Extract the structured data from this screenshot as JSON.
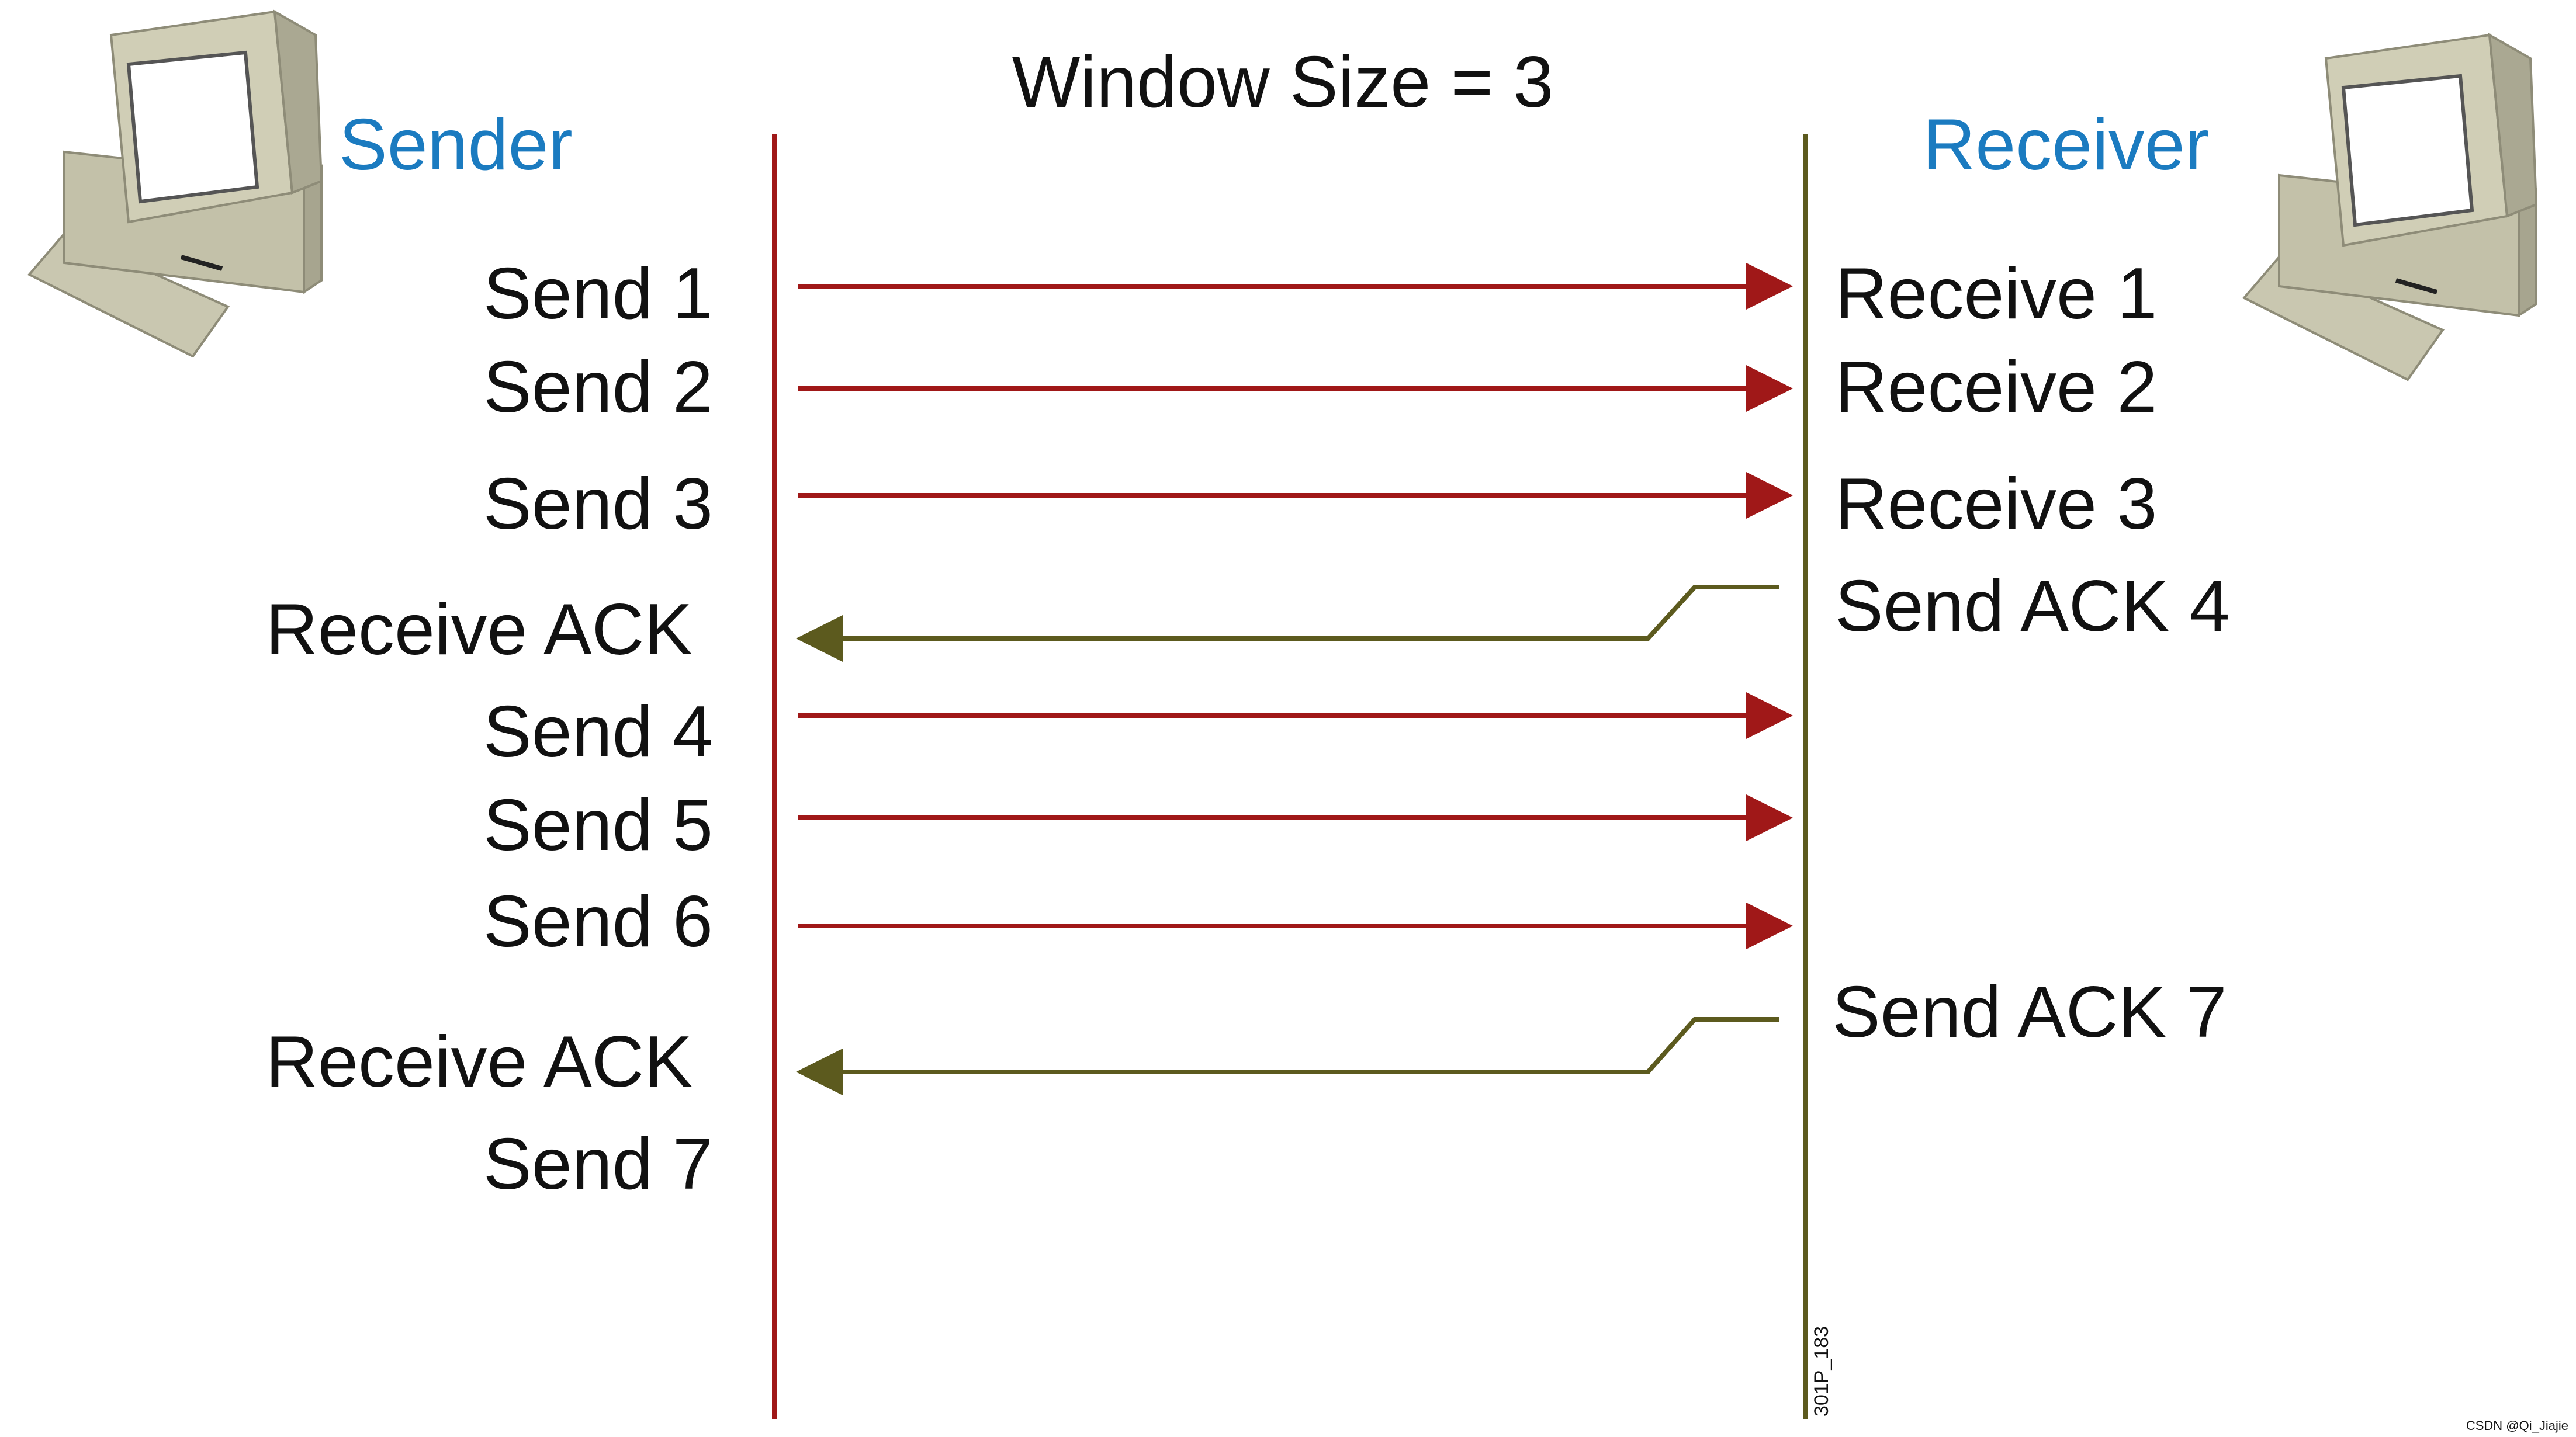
{
  "title": "Window Size = 3",
  "sender": {
    "label": "Sender"
  },
  "receiver": {
    "label": "Receiver"
  },
  "figure_id": "301P_183",
  "watermark": "CSDN @Qi_Jiajie",
  "colors": {
    "header": "#1b7bc0",
    "sender_line": "#a01818",
    "receiver_line": "#5c5a1e",
    "data_arrow": "#a01818",
    "ack_arrow": "#5c5a1e"
  },
  "sender_events": [
    "Send 1",
    "Send 2",
    "Send 3",
    "Receive ACK",
    "Send 4",
    "Send 5",
    "Send 6",
    "Receive ACK",
    "Send 7"
  ],
  "receiver_events": [
    "Receive 1",
    "Receive 2",
    "Receive 3",
    "Send ACK 4",
    "Send ACK 7"
  ],
  "messages": [
    {
      "direction": "to-receiver",
      "kind": "data"
    },
    {
      "direction": "to-receiver",
      "kind": "data"
    },
    {
      "direction": "to-receiver",
      "kind": "data"
    },
    {
      "direction": "to-sender",
      "kind": "ack"
    },
    {
      "direction": "to-receiver",
      "kind": "data"
    },
    {
      "direction": "to-receiver",
      "kind": "data"
    },
    {
      "direction": "to-receiver",
      "kind": "data"
    },
    {
      "direction": "to-sender",
      "kind": "ack"
    }
  ]
}
